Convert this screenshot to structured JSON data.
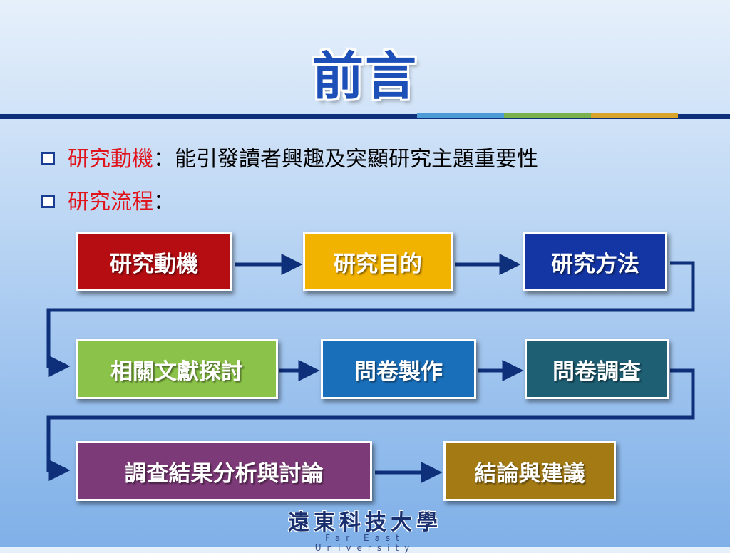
{
  "slide": {
    "title": "前言",
    "bullets": [
      {
        "head": "研究動機",
        "colon": "：",
        "text": "能引發讀者興趣及突顯研究主題重要性"
      },
      {
        "head": "研究流程",
        "colon": "：",
        "text": ""
      }
    ]
  },
  "flowchart": {
    "steps": [
      {
        "label": "研究動機",
        "color": "#b50d12"
      },
      {
        "label": "研究目的",
        "color": "#f2b200"
      },
      {
        "label": "研究方法",
        "color": "#1436a4"
      },
      {
        "label": "相關文獻探討",
        "color": "#8bc34a"
      },
      {
        "label": "問卷製作",
        "color": "#1a6fba"
      },
      {
        "label": "問卷調查",
        "color": "#1e5f74"
      },
      {
        "label": "調查結果分析與討論",
        "color": "#7d3a78"
      },
      {
        "label": "結論與建議",
        "color": "#a37a14"
      }
    ],
    "connector_color": "#0e2f7a"
  },
  "logo": {
    "chinese": "遠東科技大學",
    "english": "Far East University"
  },
  "colors": {
    "title": "#1c4fb8",
    "bullet_head": "#e0151c",
    "divider": "#0e2f7a"
  }
}
